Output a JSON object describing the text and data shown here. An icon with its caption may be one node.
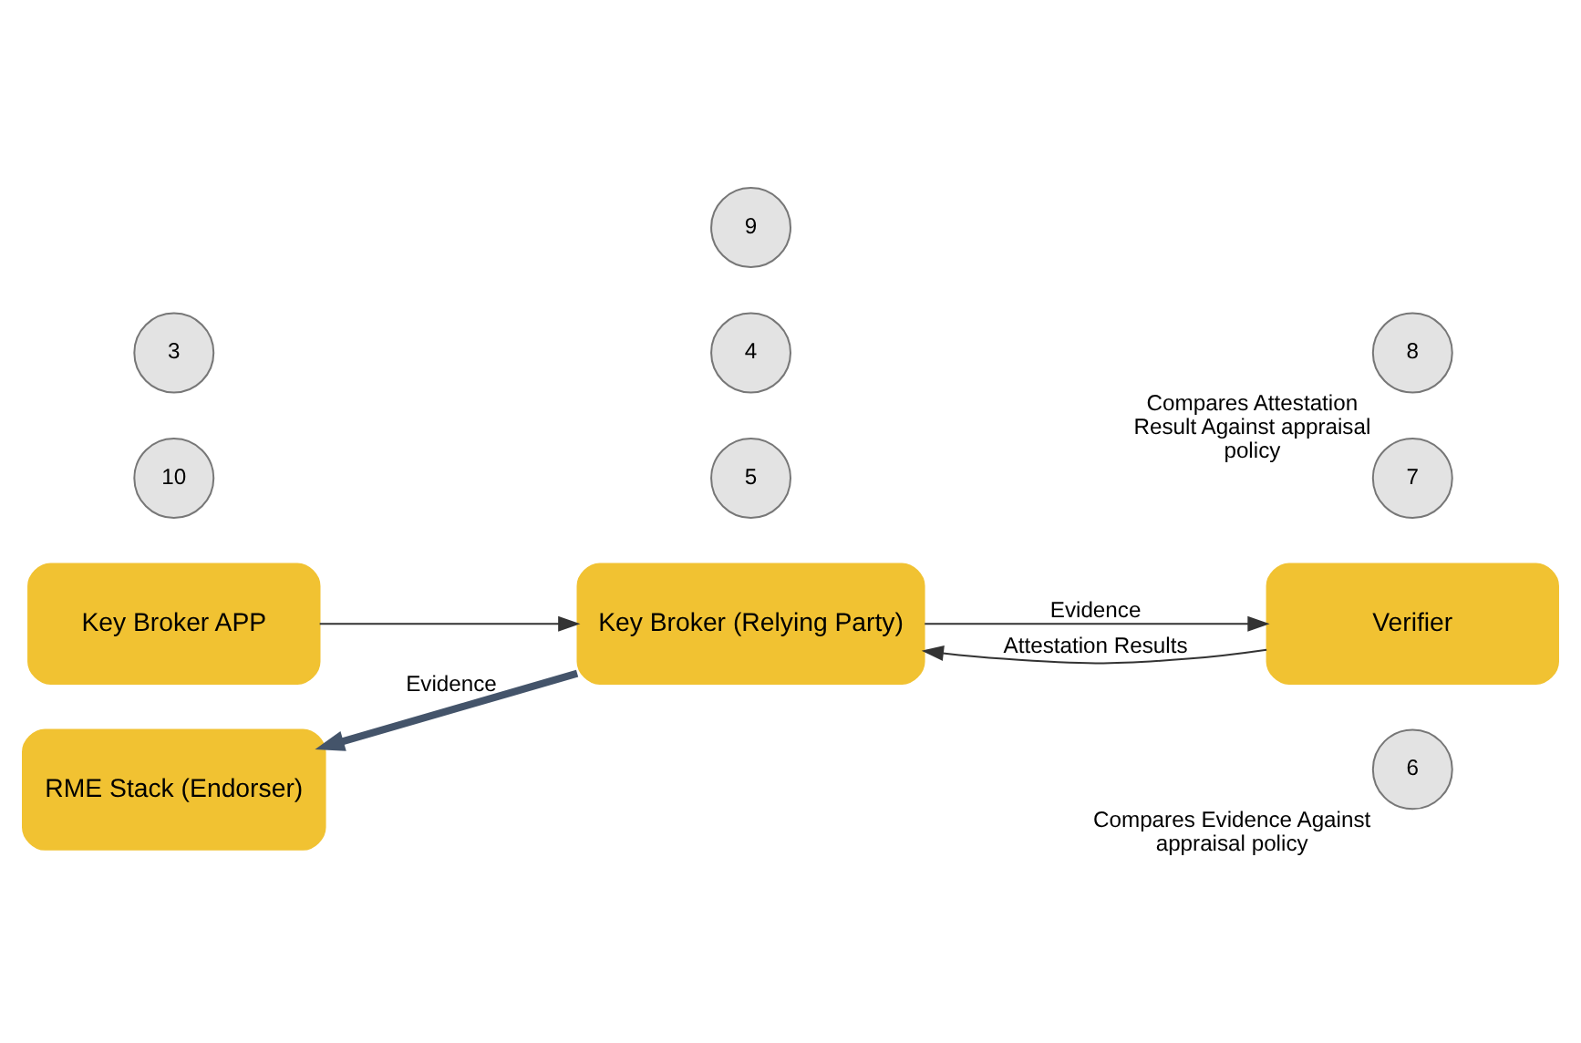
{
  "diagram": {
    "nodes": [
      {
        "text": [
          "6"
        ],
        "beside": [
          "Compares Evidence Against appraisal policy"
        ]
      },
      {
        "text": [
          "Verifier"
        ]
      },
      {
        "text": [
          "7"
        ]
      },
      {
        "text": [
          "10"
        ]
      },
      {
        "text": [
          "3"
        ]
      },
      {
        "text": [
          "5"
        ]
      },
      {
        "text": [
          "4"
        ]
      },
      {
        "text": [
          "Key Broker APP"
        ]
      },
      {
        "text": [
          "Key Broker (Relying Party)"
        ]
      },
      {
        "text": [
          "8"
        ],
        "beside": [
          "Compares Attestation Result Against appraisal policy"
        ]
      },
      {
        "text": [
          "RME Stack (Endorser)"
        ]
      },
      {
        "text": [
          "9"
        ]
      }
    ],
    "edges": [
      {
        "from": 7,
        "to": 8,
        "arrow": "to"
      },
      {
        "from": 8,
        "to": 1,
        "arrow": "to",
        "label": "Evidence"
      },
      {
        "from": 1,
        "to": 8,
        "arrow": "to",
        "label": "Attestation Results"
      },
      {
        "from": 8,
        "to": 10,
        "arrow": "to",
        "label": "Evidence",
        "style": "thick",
        "color": "#44546a"
      }
    ]
  }
}
